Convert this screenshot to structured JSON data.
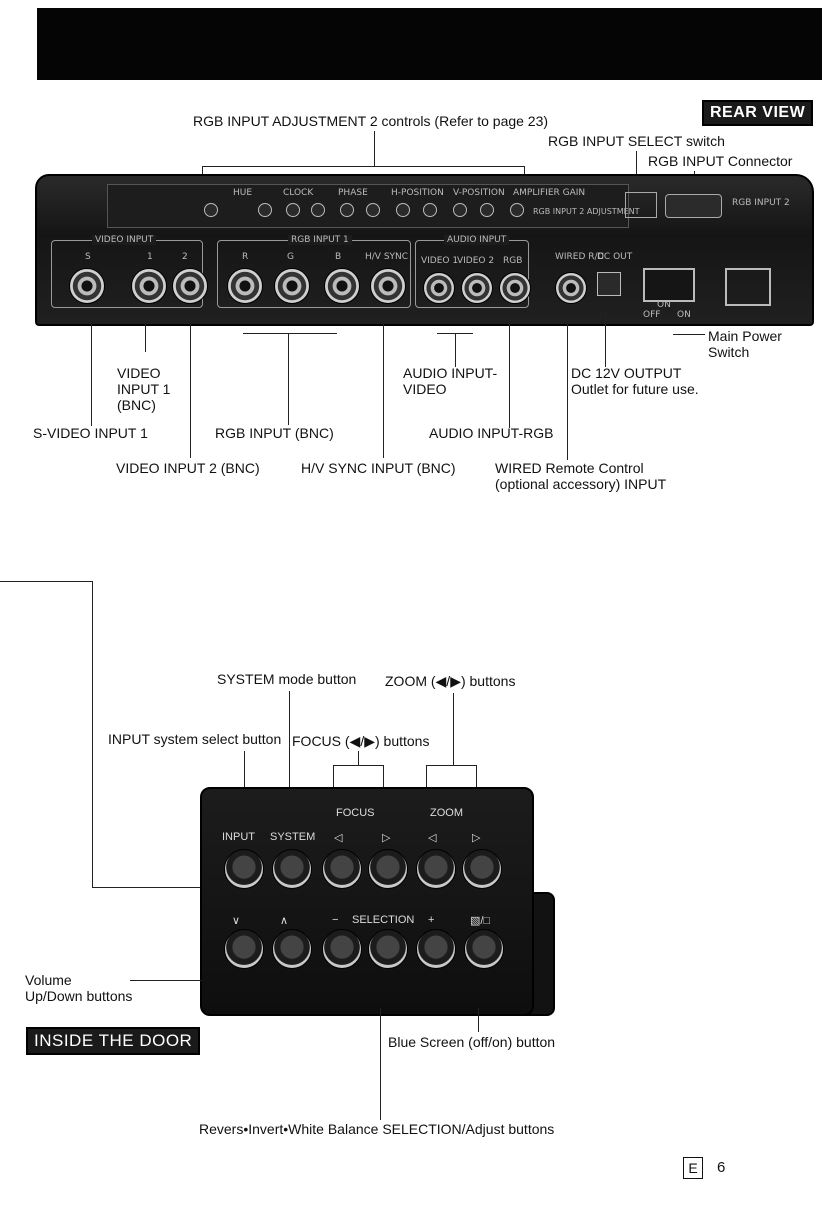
{
  "header": {
    "rear_view_badge": "REAR VIEW",
    "inside_door_badge": "INSIDE THE DOOR"
  },
  "rear_callouts": {
    "rgb_adjust": "RGB INPUT ADJUSTMENT 2 controls (Refer to page 23)",
    "rgb_select": "RGB INPUT SELECT switch",
    "rgb_connector": "RGB INPUT Connector",
    "main_power": "Main Power\nSwitch",
    "video_input1": "VIDEO\nINPUT 1\n(BNC)",
    "audio_video": "AUDIO INPUT-\nVIDEO",
    "dc_output": "DC 12V OUTPUT\nOutlet for future use.",
    "svideo": "S-VIDEO INPUT 1",
    "rgb_bnc": "RGB INPUT (BNC)",
    "audio_rgb": "AUDIO INPUT-RGB",
    "video_input2": "VIDEO INPUT 2 (BNC)",
    "hv_sync": "H/V SYNC INPUT (BNC)",
    "wired_remote": "WIRED Remote Control\n(optional accessory) INPUT"
  },
  "panel_labels": {
    "video_input": "VIDEO INPUT",
    "rgb_input1": "RGB INPUT 1",
    "audio_input": "AUDIO INPUT",
    "jack_labels": [
      "S",
      "1",
      "2",
      "R",
      "G",
      "B",
      "H/V SYNC",
      "VIDEO 1",
      "VIDEO 2",
      "RGB"
    ],
    "adjust_labels": [
      "HUE",
      "CLOCK",
      "PHASE",
      "H-POSITION",
      "V-POSITION",
      "AMPLIFIER GAIN",
      "RGB INPUT 2 ADJUSTMENT"
    ],
    "wired_remote": "WIRED R/C",
    "dc_out": "DC OUT",
    "rgb_input2": "RGB INPUT 2",
    "power_on": "ON",
    "power_off": "OFF",
    "power_on2": "ON"
  },
  "door_callouts": {
    "system_mode": "SYSTEM mode button",
    "zoom": "ZOOM (◀/▶) buttons",
    "input_select": "INPUT system select button",
    "focus": "FOCUS (◀/▶) buttons",
    "volume": "Volume\nUp/Down buttons",
    "blue_screen": "Blue Screen (off/on) button",
    "selection": "Revers•Invert•White Balance SELECTION/Adjust buttons"
  },
  "door_panel": {
    "input": "INPUT",
    "system": "SYSTEM",
    "focus": "FOCUS",
    "zoom": "ZOOM",
    "selection": "SELECTION",
    "minus": "−",
    "plus": "+"
  },
  "footer": {
    "lang": "E",
    "page": "6"
  }
}
